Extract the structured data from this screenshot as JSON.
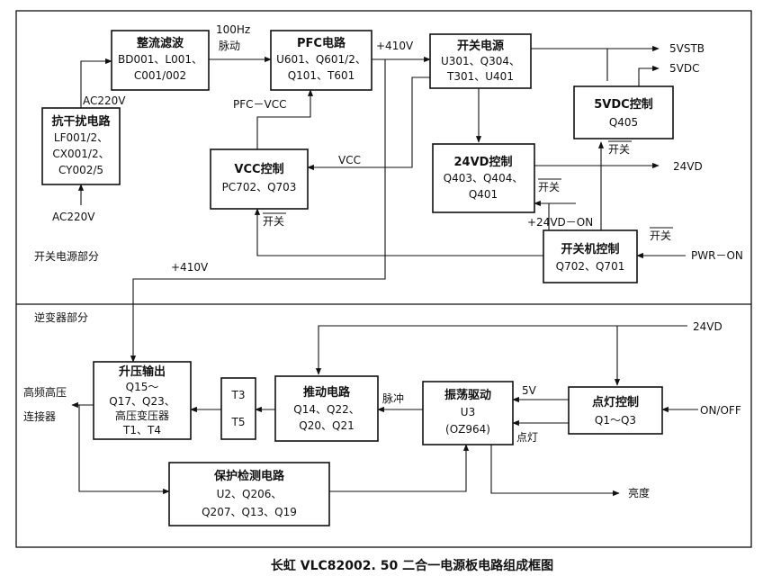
{
  "blocks": {
    "anti_interference": {
      "title": "抗干扰电路",
      "line1": "LF001/2、",
      "line2": "CX001/2、",
      "line3": "CY002/5"
    },
    "rectifier": {
      "title": "整流滤波",
      "line1": "BD001、L001、",
      "line2": "C001/002"
    },
    "pfc": {
      "title": "PFC电路",
      "line1": "U601、Q601/2、",
      "line2": "Q101、T601"
    },
    "switch_power": {
      "title": "开关电源",
      "line1": "U301、Q304、",
      "line2": "T301、U401"
    },
    "vdc5_control": {
      "title": "5VDC控制",
      "line1": "Q405"
    },
    "vcc_control": {
      "title": "VCC控制",
      "line1": "PC702、Q703"
    },
    "vd24_control": {
      "title": "24VD控制",
      "line1": "Q403、Q404、",
      "line2": "Q401"
    },
    "power_on_control": {
      "title": "开关机控制",
      "line1": "Q702、Q701"
    },
    "boost_output": {
      "title": "升压输出",
      "line1": "Q15～",
      "line2": "Q17、Q23、",
      "line3": "高压变压器",
      "line4": "T1、T4"
    },
    "transformer": {
      "line1": "T3",
      "line2": "T5"
    },
    "driver": {
      "title": "推动电路",
      "line1": "Q14、Q22、",
      "line2": "Q20、Q21"
    },
    "oscillator": {
      "title": "振荡驱动",
      "line1": "U3",
      "line2": "(OZ964)"
    },
    "lamp_control": {
      "title": "点灯控制",
      "line1": "Q1～Q3"
    },
    "protection": {
      "title": "保护检测电路",
      "line1": "U2、Q206、",
      "line2": "Q207、Q13、Q19"
    }
  },
  "labels": {
    "hz100": "100Hz",
    "pulse_drive": "脉动",
    "v410_top": "+410V",
    "ac220_upper": "AC220V",
    "ac220_lower": "AC220V",
    "pfc_vcc": "PFC－VCC",
    "vcc": "VCC",
    "vstb5": "5VSTB",
    "vdc5": "5VDC",
    "switch_5vdc": "开关",
    "vd24_out": "24VD",
    "switch_24vd": "开关",
    "vd24_on": "+24VD－ON",
    "switch_vcc": "开关",
    "switch_power": "开关",
    "pwr_on": "PWR－ON",
    "v410_mid": "+410V",
    "section_power": "开关电源部分",
    "section_inverter": "逆变器部分",
    "vd24_in": "24VD",
    "hv_connector_1": "高频高压",
    "hv_connector_2": "连接器",
    "pulse": "脉冲",
    "v5": "5V",
    "lamp_on": "点灯",
    "on_off": "ON/OFF",
    "brightness": "亮度"
  },
  "caption": "长虹 VLC82002. 50 二合一电源板电路组成框图"
}
